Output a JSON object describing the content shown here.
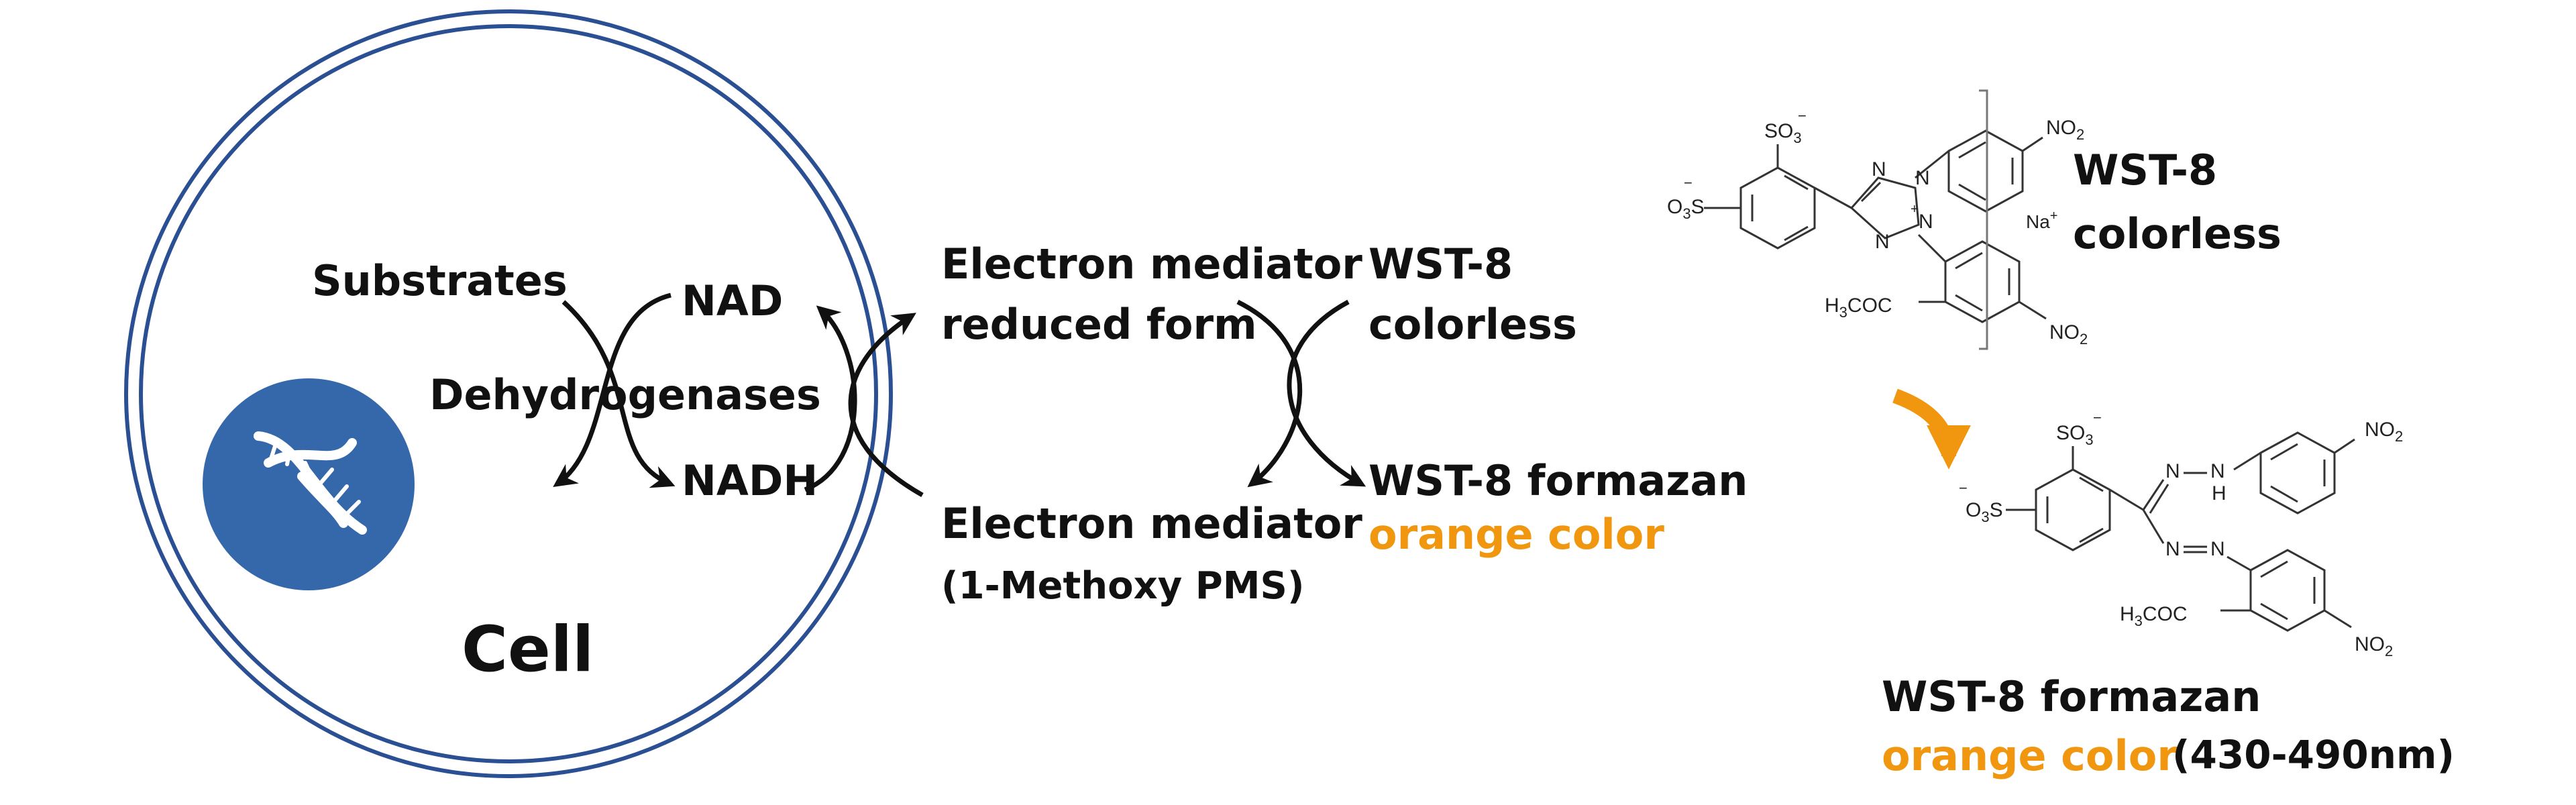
{
  "colors": {
    "cell_outline": "#2a4f93",
    "nucleus": "#3568aa",
    "orange": "#f0960f",
    "text": "#111111"
  },
  "icons": {
    "nucleus_icon": "dna-icon"
  },
  "cell": {
    "label": "Cell",
    "substrates": "Substrates",
    "nad": "NAD",
    "dehydrogenases": "Dehydrogenases",
    "nadh": "NADH"
  },
  "mediator": {
    "reduced_line1": "Electron mediator",
    "reduced_line2": "reduced form",
    "oxidized_line1": "Electron mediator",
    "oxidized_line2": "(1-Methoxy PMS)"
  },
  "wst8": {
    "name": "WST-8",
    "colorless": "colorless",
    "formazan": "WST-8 formazan",
    "orange_color": "orange color",
    "wavelength": "(430-490nm)"
  },
  "structure_top": {
    "so3_upper": "SO",
    "so3_upper_sub": "3",
    "so3_left": "O",
    "so3_left_sub": "3",
    "so3_left_tail": "S",
    "minus": "−",
    "no2_top": "NO",
    "no2_top_sub": "2",
    "no2_bottom": "NO",
    "no2_bottom_sub": "2",
    "n1": "N",
    "n2": "N",
    "n3": "N",
    "n4": "N",
    "plus": "+",
    "acetyl": "H",
    "acetyl_sub": "3",
    "acetyl_tail": "COC",
    "sodium": "Na",
    "sodium_plus": "+"
  },
  "structure_bottom": {
    "so3_upper": "SO",
    "so3_upper_sub": "3",
    "so3_left": "O",
    "so3_left_sub": "3",
    "so3_left_tail": "S",
    "minus": "−",
    "no2_top": "NO",
    "no2_top_sub": "2",
    "no2_bottom": "NO",
    "no2_bottom_sub": "2",
    "n_a": "N",
    "n_b": "N",
    "n_c": "N",
    "n_d": "N",
    "h": "H",
    "acetyl": "H",
    "acetyl_sub": "3",
    "acetyl_tail": "COC"
  }
}
